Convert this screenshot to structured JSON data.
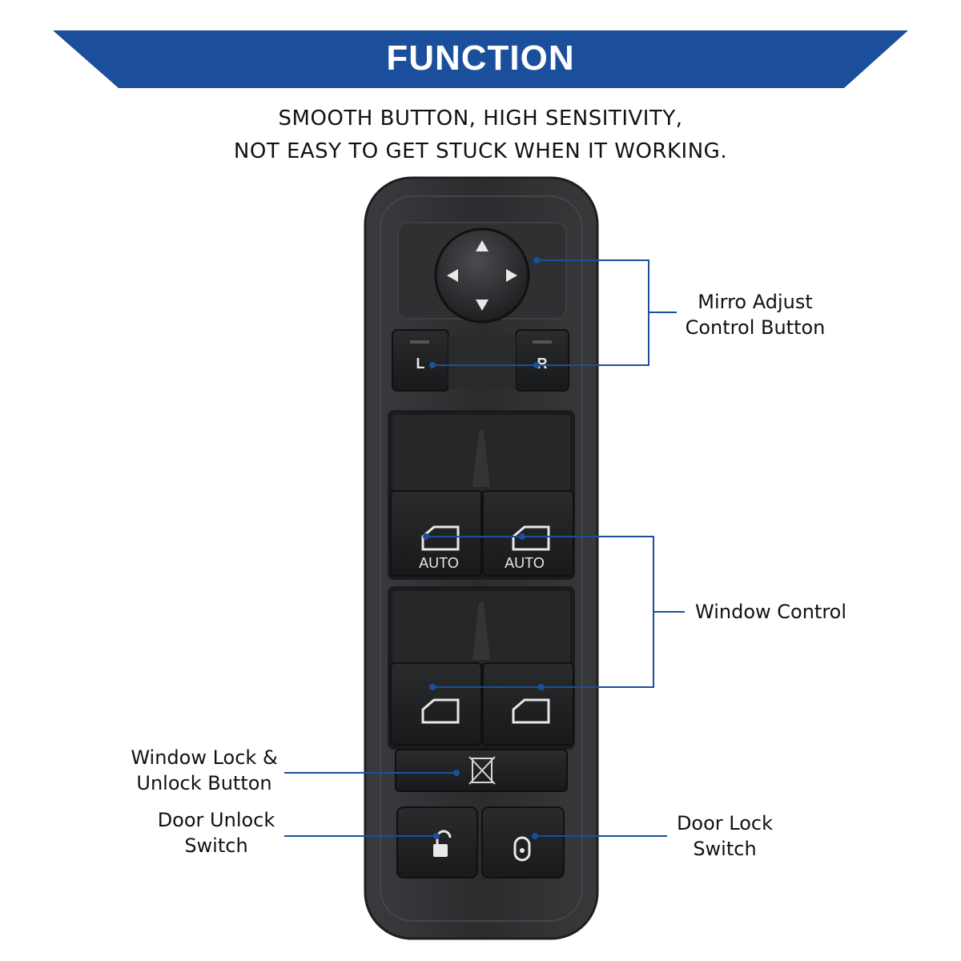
{
  "banner": {
    "title": "FUNCTION",
    "color": "#1b4f9c"
  },
  "subtitle": {
    "line1": "SMOOTH BUTTON, HIGH SENSITIVITY,",
    "line2": "NOT EASY TO GET STUCK WHEN IT WORKING."
  },
  "device": {
    "mirror_buttons": {
      "left": "L",
      "right": "R"
    },
    "window_buttons": {
      "front_left": "AUTO",
      "front_right": "AUTO"
    },
    "icons": [
      "arrow-up-icon",
      "arrow-down-icon",
      "arrow-left-icon",
      "arrow-right-icon",
      "window-icon",
      "window-lock-icon",
      "unlock-icon",
      "lock-icon"
    ]
  },
  "callouts": {
    "mirror": {
      "line1": "Mirro Adjust",
      "line2": "Control Button"
    },
    "window": {
      "line1": "Window Control"
    },
    "window_lock": {
      "line1": "Window Lock &",
      "line2": "Unlock Button"
    },
    "door_unlock": {
      "line1": "Door Unlock",
      "line2": "Switch"
    },
    "door_lock": {
      "line1": "Door Lock",
      "line2": "Switch"
    }
  },
  "colors": {
    "accent": "#1b4f9c",
    "device_body": "#2e2f31",
    "button": "#1f2022"
  }
}
